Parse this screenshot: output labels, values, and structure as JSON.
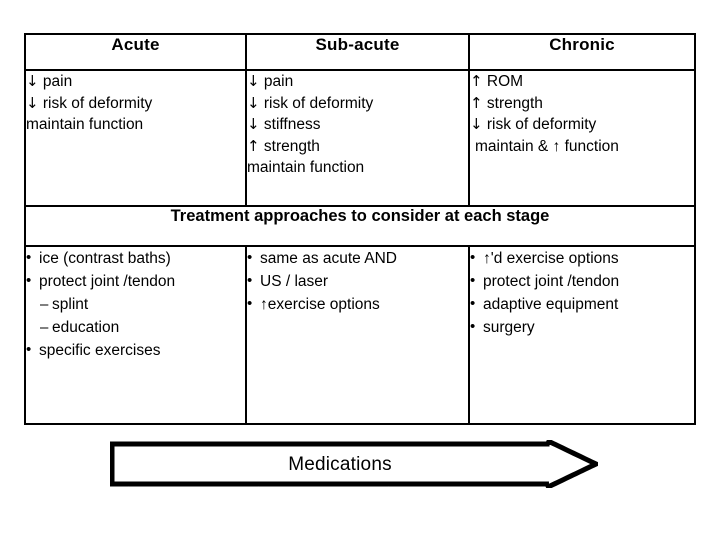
{
  "figure": {
    "table": {
      "headers": [
        {
          "label": "Acute"
        },
        {
          "label": "Sub-acute"
        },
        {
          "label": "Chronic"
        }
      ],
      "goals": [
        {
          "stage": "Acute",
          "items": [
            {
              "arrow": "↓",
              "text": "pain",
              "indent": false
            },
            {
              "arrow": "↓",
              "text": "risk of deformity",
              "indent": false
            },
            {
              "arrow": "",
              "text": "maintain function",
              "indent": false
            }
          ]
        },
        {
          "stage": "Sub-acute",
          "items": [
            {
              "arrow": "↓",
              "text": "pain",
              "indent": false
            },
            {
              "arrow": "↓",
              "text": "risk of deformity",
              "indent": false
            },
            {
              "arrow": "↓",
              "text": "stiffness",
              "indent": false
            },
            {
              "arrow": "↑",
              "text": "strength",
              "indent": false
            },
            {
              "arrow": "",
              "text": "maintain function",
              "indent": false
            }
          ]
        },
        {
          "stage": "Chronic",
          "items": [
            {
              "arrow": "↑",
              "text": "ROM",
              "indent": false
            },
            {
              "arrow": "↑",
              "text": "strength",
              "indent": false
            },
            {
              "arrow": "↓",
              "text": "risk of deformity",
              "indent": false
            },
            {
              "arrow": "",
              "text": "maintain & ↑ function",
              "indent": true
            }
          ]
        }
      ],
      "banner": "Treatment approaches to consider at each stage",
      "treatments": [
        {
          "stage": "Acute",
          "items": [
            {
              "text": "ice (contrast baths)",
              "level": "bullet"
            },
            {
              "text": "protect joint /tendon",
              "level": "bullet"
            },
            {
              "text": "splint",
              "level": "sub"
            },
            {
              "text": "education",
              "level": "sub"
            },
            {
              "text": "specific exercises",
              "level": "bullet"
            }
          ]
        },
        {
          "stage": "Sub-acute",
          "items": [
            {
              "text": "same as acute AND",
              "level": "bullet"
            },
            {
              "text": "US / laser",
              "level": "bullet"
            },
            {
              "text": "↑exercise options",
              "level": "bullet"
            }
          ]
        },
        {
          "stage": "Chronic",
          "items": [
            {
              "text": "↑'d exercise options",
              "level": "bullet"
            },
            {
              "text": "protect joint /tendon",
              "level": "bullet"
            },
            {
              "text": "adaptive equipment",
              "level": "bullet"
            },
            {
              "text": "surgery",
              "level": "bullet"
            }
          ]
        }
      ]
    },
    "medications_arrow": {
      "label": "Medications"
    },
    "colors": {
      "border": "#000000",
      "background": "#ffffff",
      "text": "#000000"
    }
  }
}
